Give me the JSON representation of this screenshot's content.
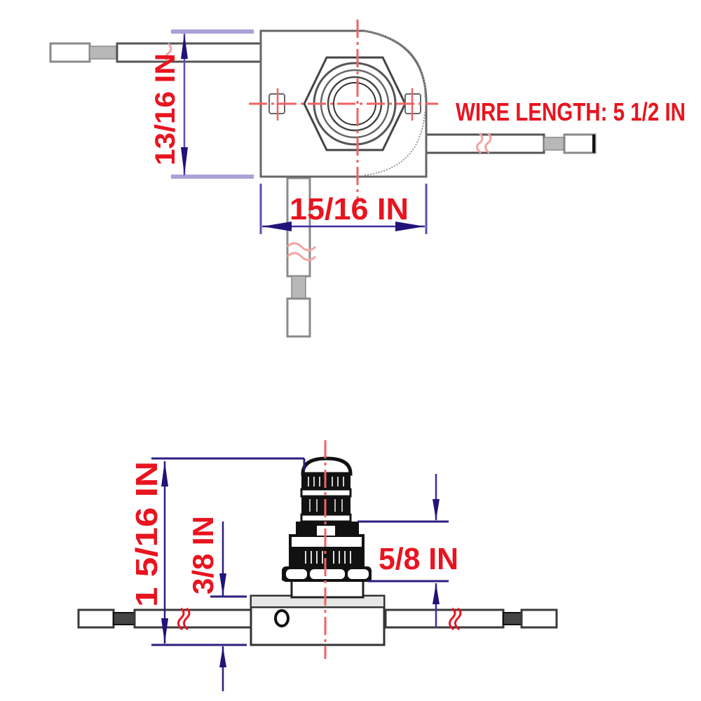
{
  "diagram": {
    "subject": "push button switch with wire leads",
    "colors": {
      "dimension_text": "#e8141f",
      "dimension_lines": "#2b1f80",
      "center_lines": "#f06262",
      "part_outline": "#3a3a3a"
    },
    "top_view": {
      "label_wire_length": "WIRE LENGTH: 5 1/2 IN",
      "label_height": "13/16 IN",
      "label_width": "15/16 IN"
    },
    "side_view": {
      "label_total_height": "1 5/16 IN",
      "label_base_height": "3/8 IN",
      "label_nut_height": "5/8 IN"
    }
  }
}
